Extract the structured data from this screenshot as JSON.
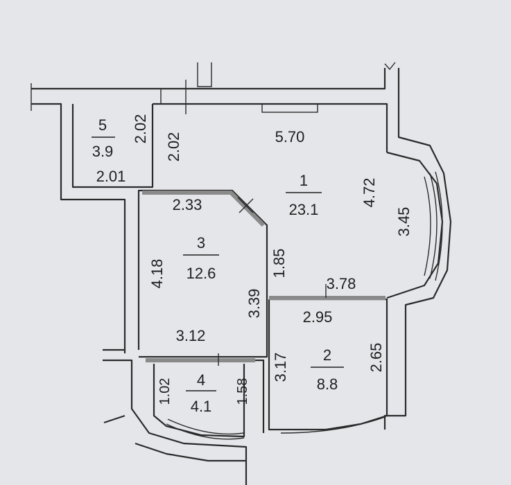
{
  "rooms": [
    {
      "number": "1",
      "area": "23.1"
    },
    {
      "number": "2",
      "area": "8.8"
    },
    {
      "number": "3",
      "area": "12.6"
    },
    {
      "number": "4",
      "area": "4.1"
    },
    {
      "number": "5",
      "area": "3.9"
    }
  ],
  "dimensions": {
    "r1_top": "5.70",
    "r1_right": "4.72",
    "r1_bay": "3.45",
    "r1_bottom": "3.78",
    "r1_inner": "1.85",
    "r1_left": "2.02",
    "r5_right": "2.02",
    "r5_bottom": "2.01",
    "r3_top": "2.33",
    "r3_left": "4.18",
    "r3_right": "3.39",
    "r3_bottom": "3.12",
    "r2_top": "2.95",
    "r2_left": "3.17",
    "r2_right": "2.65",
    "r4_left": "1.02",
    "r4_right": "1.58"
  }
}
